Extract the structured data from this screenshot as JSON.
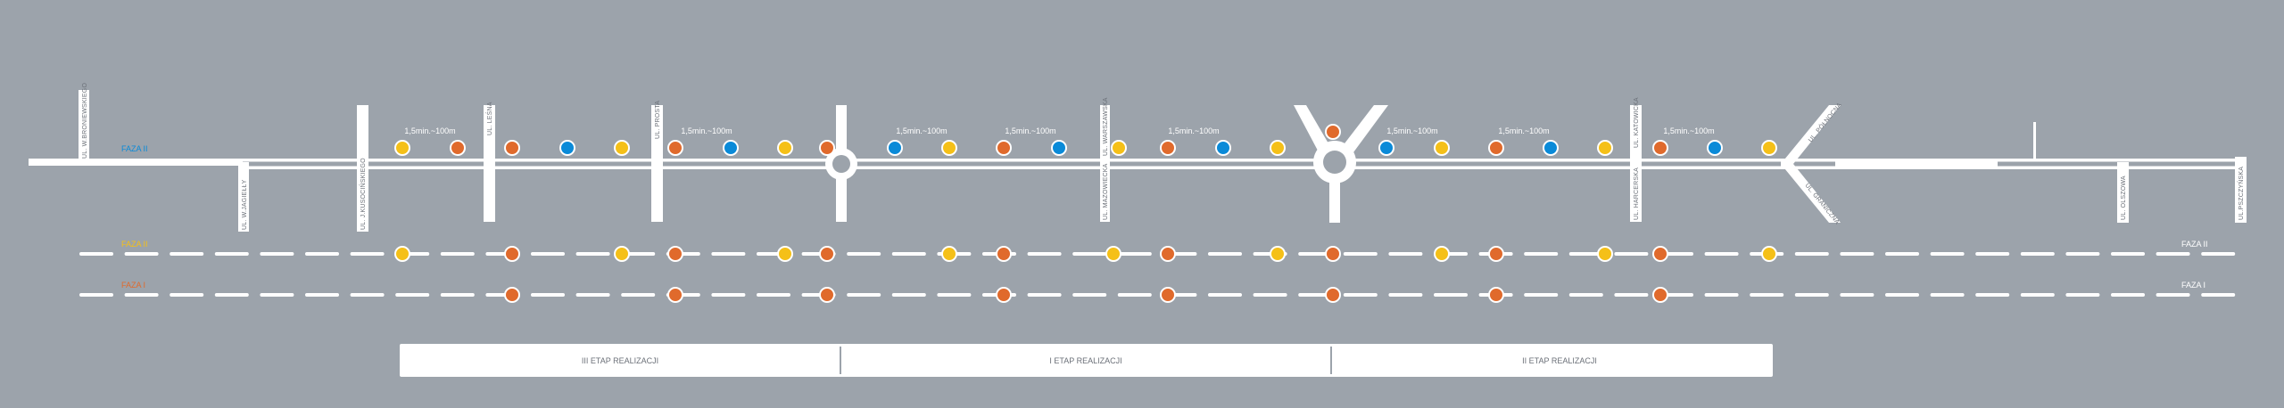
{
  "colors": {
    "background": "#9ca3ab",
    "yellow": "#f5c018",
    "orange": "#e06a2c",
    "blue": "#0a8ad8",
    "road": "#ffffff"
  },
  "legend": {
    "faza2_top": "FAZA II",
    "faza2_left": "FAZA II",
    "faza1_left": "FAZA I",
    "faza2_right": "FAZA II",
    "faza1_right": "FAZA I"
  },
  "streets": {
    "broniewskiego": "UL. W.BRONIEWSKIEGO",
    "jagielly": "UL. W.JAGIEŁŁY",
    "kusocinskiego": "UL. J.KUSOCIŃSKIEGO",
    "lesna": "UL. LEŚNA",
    "prosta": "UL. PROSTA",
    "warszawska": "UL. WARSZAWSKA",
    "mazowiecka": "UL. MAZOWIECKA",
    "katowicka": "UL. KATOWICKA",
    "harcerska": "UL. HARCERSKA",
    "polnocna": "UL. PÓŁNOCNA",
    "graniczna": "UL. GRANICZNA",
    "olszowa": "UL. OLSZOWA",
    "pszczynska": "UL.PSZCZYŃSKA"
  },
  "distance_labels": [
    "1,5min.~100m",
    "1,5min.~100m",
    "1,5min.~100m",
    "1,5min.~100m",
    "1,5min.~100m",
    "1,5min.~100m",
    "1,5min.~100m",
    "1,5min.~100m"
  ],
  "stops": {
    "main_road": [
      "yellow",
      "orange",
      "orange",
      "blue",
      "yellow",
      "orange",
      "blue",
      "yellow",
      "orange",
      "blue",
      "yellow",
      "orange",
      "blue",
      "yellow",
      "orange",
      "blue",
      "yellow",
      "orange",
      "blue",
      "yellow",
      "orange",
      "blue",
      "yellow",
      "orange",
      "blue",
      "yellow"
    ],
    "faza2_line": [
      "yellow",
      "orange",
      "yellow",
      "orange",
      "yellow",
      "orange",
      "yellow",
      "orange",
      "yellow",
      "orange",
      "yellow",
      "orange",
      "yellow",
      "orange",
      "yellow",
      "orange",
      "yellow"
    ],
    "faza1_line": [
      "orange",
      "orange",
      "orange",
      "orange",
      "orange",
      "orange",
      "orange",
      "orange"
    ]
  },
  "stages": [
    "III ETAP REALIZACJI",
    "I ETAP REALIZACJI",
    "II ETAP REALIZACJI"
  ]
}
